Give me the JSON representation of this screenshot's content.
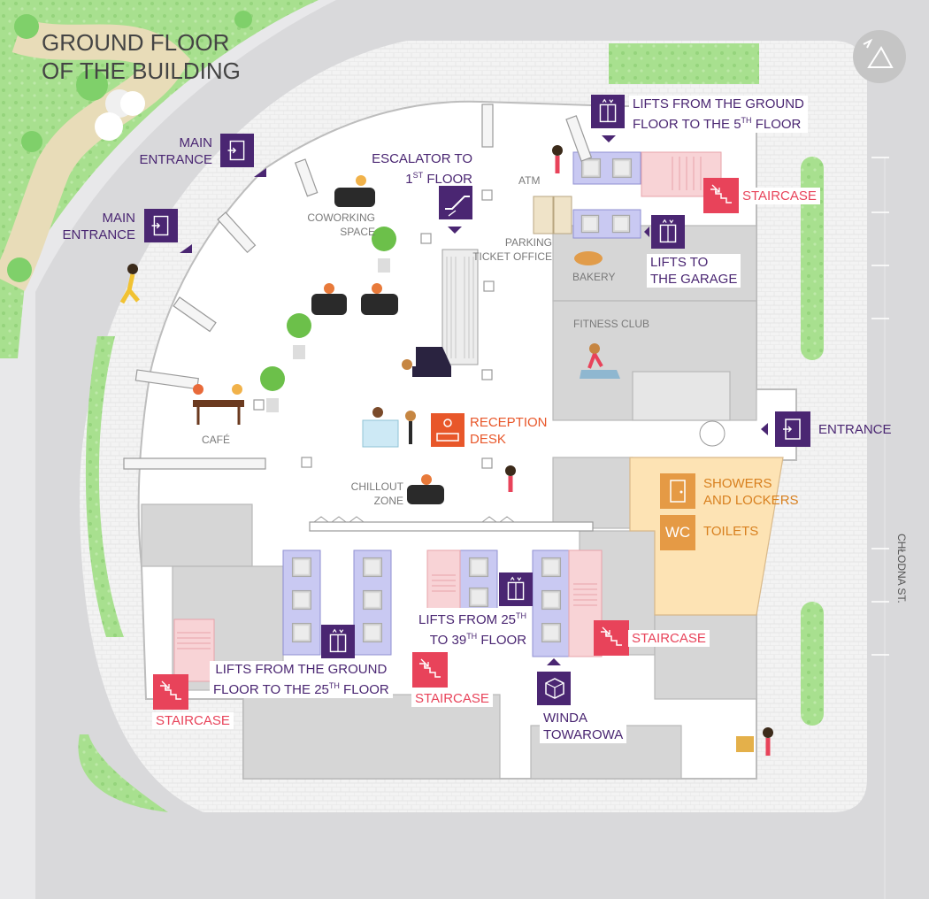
{
  "title": {
    "line1": "GROUND FLOOR",
    "line2": "OF THE BUILDING"
  },
  "street": "CHŁODNA ST.",
  "labels": {
    "main_entrance_1": [
      "MAIN",
      "ENTRANCE"
    ],
    "main_entrance_2": [
      "MAIN",
      "ENTRANCE"
    ],
    "escalator": {
      "line1": "ESCALATOR TO",
      "line2_num": "1",
      "line2_sup": "ST",
      "line2_rest": " FLOOR"
    },
    "atm": "ATM",
    "coworking": [
      "COWORKING",
      "SPACE"
    ],
    "parking": [
      "PARKING",
      "TICKET OFFICE"
    ],
    "lifts_ground_5": {
      "line1": "LIFTS FROM THE GROUND",
      "line2a": "FLOOR TO THE 5",
      "sup": "TH",
      "line2b": " FLOOR"
    },
    "staircase": "STAIRCASE",
    "bakery": "BAKERY",
    "lifts_garage": [
      "LIFTS TO",
      "THE GARAGE"
    ],
    "fitness": "FITNESS CLUB",
    "cafe": "CAFÉ",
    "reception": [
      "RECEPTION",
      "DESK"
    ],
    "entrance": "ENTRANCE",
    "chillout": [
      "CHILLOUT",
      "ZONE"
    ],
    "showers": [
      "SHOWERS",
      "AND LOCKERS"
    ],
    "toilets": "TOILETS",
    "wc": "WC",
    "lifts_25_39": {
      "line1a": "LIFTS FROM 25",
      "sup1": "TH",
      "line2a": "TO 39",
      "sup2": "TH",
      "line2b": " FLOOR"
    },
    "lifts_ground_25": {
      "line1": "LIFTS FROM THE GROUND",
      "line2a": "FLOOR TO THE 25",
      "sup": "TH",
      "line2b": " FLOOR"
    },
    "winda": [
      "WINDA",
      "TOWAROWA"
    ]
  },
  "colors": {
    "purple": "#4a2672",
    "red": "#e8435a",
    "orange": "#e8572a",
    "amber": "#d8801f",
    "lift_fill": "#c9c9f2",
    "stair_fill": "#f8d3d6",
    "showers_fill": "#fde3b4"
  },
  "icons": {
    "entrance": "door-arrow-icon",
    "escalator": "escalator-icon",
    "lift": "elevator-icon",
    "stairs": "stairs-icon",
    "reception": "reception-desk-icon",
    "shower": "shower-door-icon",
    "freight": "freight-box-icon",
    "compass": "north-arrow-icon"
  }
}
